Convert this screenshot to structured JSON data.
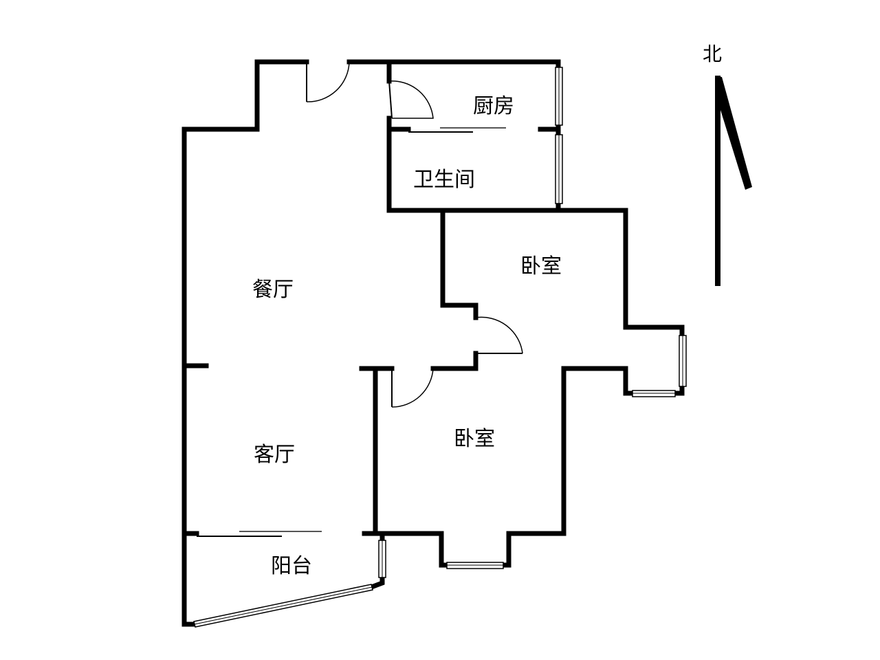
{
  "plan": {
    "rooms": {
      "kitchen": "厨房",
      "bathroom": "卫生间",
      "bedroom_north": "卧室",
      "dining": "餐厅",
      "bedroom_south": "卧室",
      "living": "客厅",
      "balcony": "阳台"
    },
    "compass": {
      "label": "北"
    }
  },
  "colors": {
    "wall": "#000000",
    "background": "#ffffff"
  }
}
